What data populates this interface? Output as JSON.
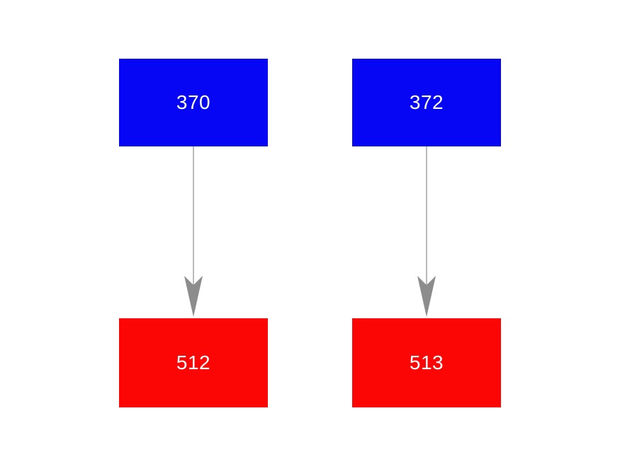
{
  "diagram": {
    "background": "#ffffff",
    "edge_color": "#8c8c8c",
    "nodes": [
      {
        "id": "370",
        "label": "370",
        "fill": "#0606f5",
        "text_color": "#ffffff"
      },
      {
        "id": "372",
        "label": "372",
        "fill": "#0606f5",
        "text_color": "#ffffff"
      },
      {
        "id": "512",
        "label": "512",
        "fill": "#fb0505",
        "text_color": "#ffffff"
      },
      {
        "id": "513",
        "label": "513",
        "fill": "#fb0505",
        "text_color": "#ffffff"
      }
    ],
    "edges": [
      {
        "from": "370",
        "to": "512"
      },
      {
        "from": "372",
        "to": "513"
      }
    ]
  }
}
